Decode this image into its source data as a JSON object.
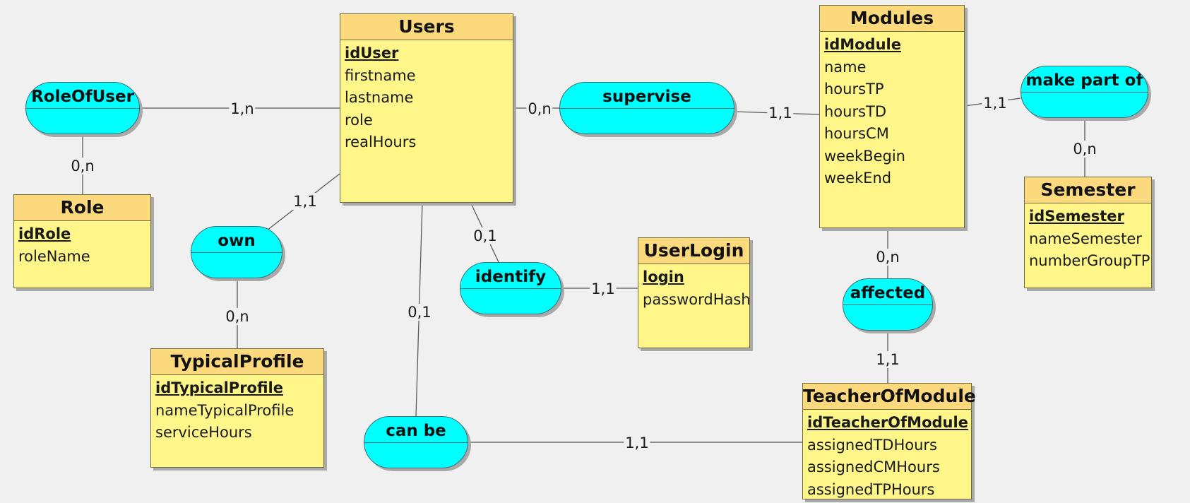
{
  "entities": {
    "users": {
      "title": "Users",
      "attrs": [
        "idUser",
        "firstname",
        "lastname",
        "role",
        "realHours"
      ]
    },
    "modules": {
      "title": "Modules",
      "attrs": [
        "idModule",
        "name",
        "hoursTP",
        "hoursTD",
        "hoursCM",
        "weekBegin",
        "weekEnd"
      ]
    },
    "role": {
      "title": "Role",
      "attrs": [
        "idRole",
        "roleName"
      ]
    },
    "semester": {
      "title": "Semester",
      "attrs": [
        "idSemester",
        "nameSemester",
        "numberGroupTP"
      ]
    },
    "userlogin": {
      "title": "UserLogin",
      "attrs": [
        "login",
        "passwordHash"
      ]
    },
    "typicalprofile": {
      "title": "TypicalProfile",
      "attrs": [
        "idTypicalProfile",
        "nameTypicalProfile",
        "serviceHours"
      ]
    },
    "teacherofmodule": {
      "title": "TeacherOfModule",
      "attrs": [
        "idTeacherOfModule",
        "assignedTDHours",
        "assignedCMHours",
        "assignedTPHours"
      ]
    }
  },
  "associations": {
    "roleofuser": "RoleOfUser",
    "supervise": "supervise",
    "makepartof": "make part of",
    "own": "own",
    "identify": "identify",
    "affected": "affected",
    "canbe": "can be"
  },
  "cardinalities": {
    "users_roleofuser": "1,n",
    "role_roleofuser": "0,n",
    "users_supervise": "0,n",
    "modules_supervise": "1,1",
    "modules_makepartof": "1,1",
    "semester_makepartof": "0,n",
    "users_own": "1,1",
    "typicalprofile_own": "0,n",
    "users_identify": "0,1",
    "userlogin_identify": "1,1",
    "modules_affected": "0,n",
    "teacherofmodule_affected": "1,1",
    "users_canbe": "0,1",
    "teacherofmodule_canbe": "1,1"
  },
  "colors": {
    "entity_body": "#fef688",
    "entity_header": "#fdd97e",
    "association": "#00ffff",
    "background": "#f0f0f0"
  }
}
